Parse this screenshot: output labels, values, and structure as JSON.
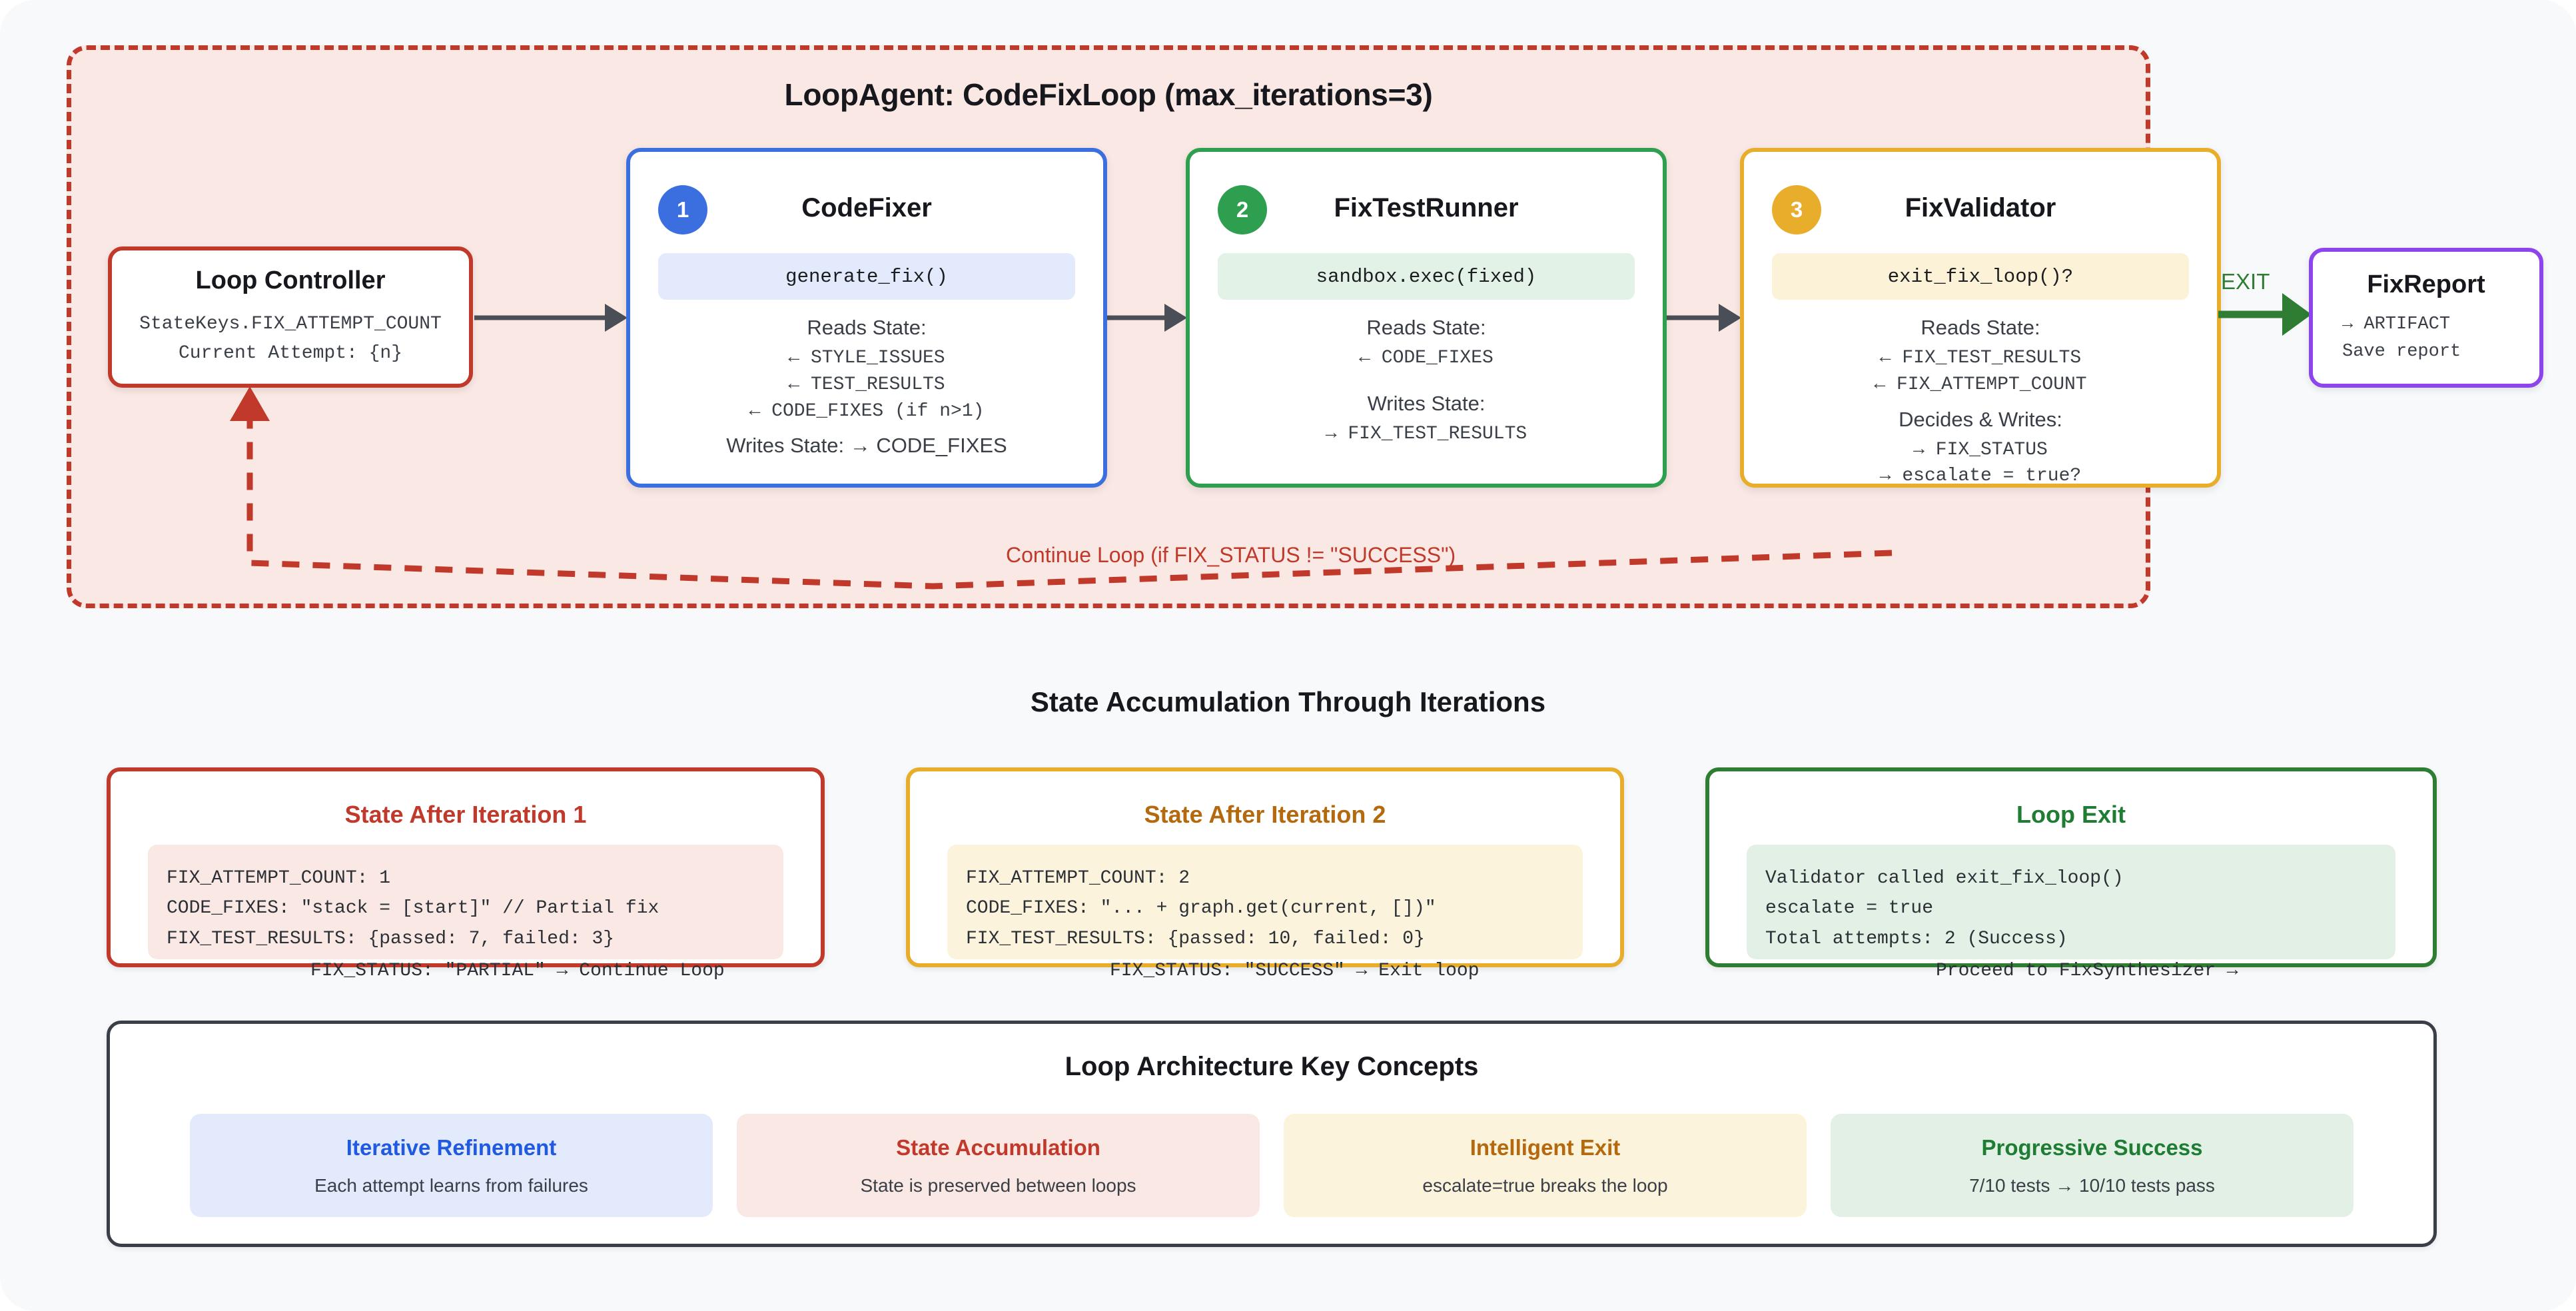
{
  "loop": {
    "title": "LoopAgent: CodeFixLoop (max_iterations=3)",
    "controller": {
      "title": "Loop Controller",
      "line1": "StateKeys.FIX_ATTEMPT_COUNT",
      "line2": "Current Attempt: {n}"
    },
    "steps": [
      {
        "badge": "1",
        "title": "CodeFixer",
        "code": "generate_fix()",
        "reads_label": "Reads State:",
        "reads": [
          "← STYLE_ISSUES",
          "← TEST_RESULTS",
          "← CODE_FIXES (if n>1)"
        ],
        "writes_label": "Writes State: → CODE_FIXES",
        "writes": []
      },
      {
        "badge": "2",
        "title": "FixTestRunner",
        "code": "sandbox.exec(fixed)",
        "reads_label": "Reads State:",
        "reads": [
          "← CODE_FIXES"
        ],
        "writes_label": "Writes State:",
        "writes": [
          "→ FIX_TEST_RESULTS"
        ]
      },
      {
        "badge": "3",
        "title": "FixValidator",
        "code": "exit_fix_loop()?",
        "reads_label": "Reads State:",
        "reads": [
          "← FIX_TEST_RESULTS",
          "← FIX_ATTEMPT_COUNT"
        ],
        "writes_label": "Decides & Writes:",
        "writes": [
          "→ FIX_STATUS",
          "→ escalate = true?"
        ]
      }
    ],
    "exit_label": "EXIT",
    "feedback_label": "Continue Loop (if FIX_STATUS != \"SUCCESS\")"
  },
  "fix_report": {
    "title": "FixReport",
    "line1": "→ ARTIFACT",
    "line2": "Save report"
  },
  "state_section": {
    "heading": "State Accumulation Through Iterations",
    "cards": [
      {
        "title": "State After Iteration 1",
        "lines": [
          "FIX_ATTEMPT_COUNT: 1",
          "CODE_FIXES: \"stack = [start]\" // Partial fix",
          "FIX_TEST_RESULTS: {passed: 7, failed: 3}"
        ],
        "footer": "FIX_STATUS: \"PARTIAL\" → Continue Loop"
      },
      {
        "title": "State After Iteration 2",
        "lines": [
          "FIX_ATTEMPT_COUNT: 2",
          "CODE_FIXES: \"... + graph.get(current, [])\"",
          "FIX_TEST_RESULTS: {passed: 10, failed: 0}"
        ],
        "footer": "FIX_STATUS: \"SUCCESS\" → Exit loop"
      },
      {
        "title": "Loop Exit",
        "lines": [
          "Validator called exit_fix_loop()",
          "escalate = true",
          "Total attempts: 2 (Success)"
        ],
        "footer": "Proceed to FixSynthesizer →"
      }
    ]
  },
  "concepts": {
    "heading": "Loop Architecture Key Concepts",
    "items": [
      {
        "title": "Iterative Refinement",
        "subtitle": "Each attempt learns from failures"
      },
      {
        "title": "State Accumulation",
        "subtitle": "State is preserved between loops"
      },
      {
        "title": "Intelligent Exit",
        "subtitle": "escalate=true breaks the loop"
      },
      {
        "title": "Progressive Success",
        "subtitle": "7/10 tests → 10/10 tests pass"
      }
    ]
  },
  "colors": {
    "loop_border": "#c0392b",
    "loop_bg": "#fae8e4",
    "step1": "#3b6fe0",
    "step2": "#2e9e4f",
    "step3": "#e8ad2b",
    "report": "#8e44ec",
    "exit": "#2e7d32",
    "connector": "#4a4f57"
  }
}
